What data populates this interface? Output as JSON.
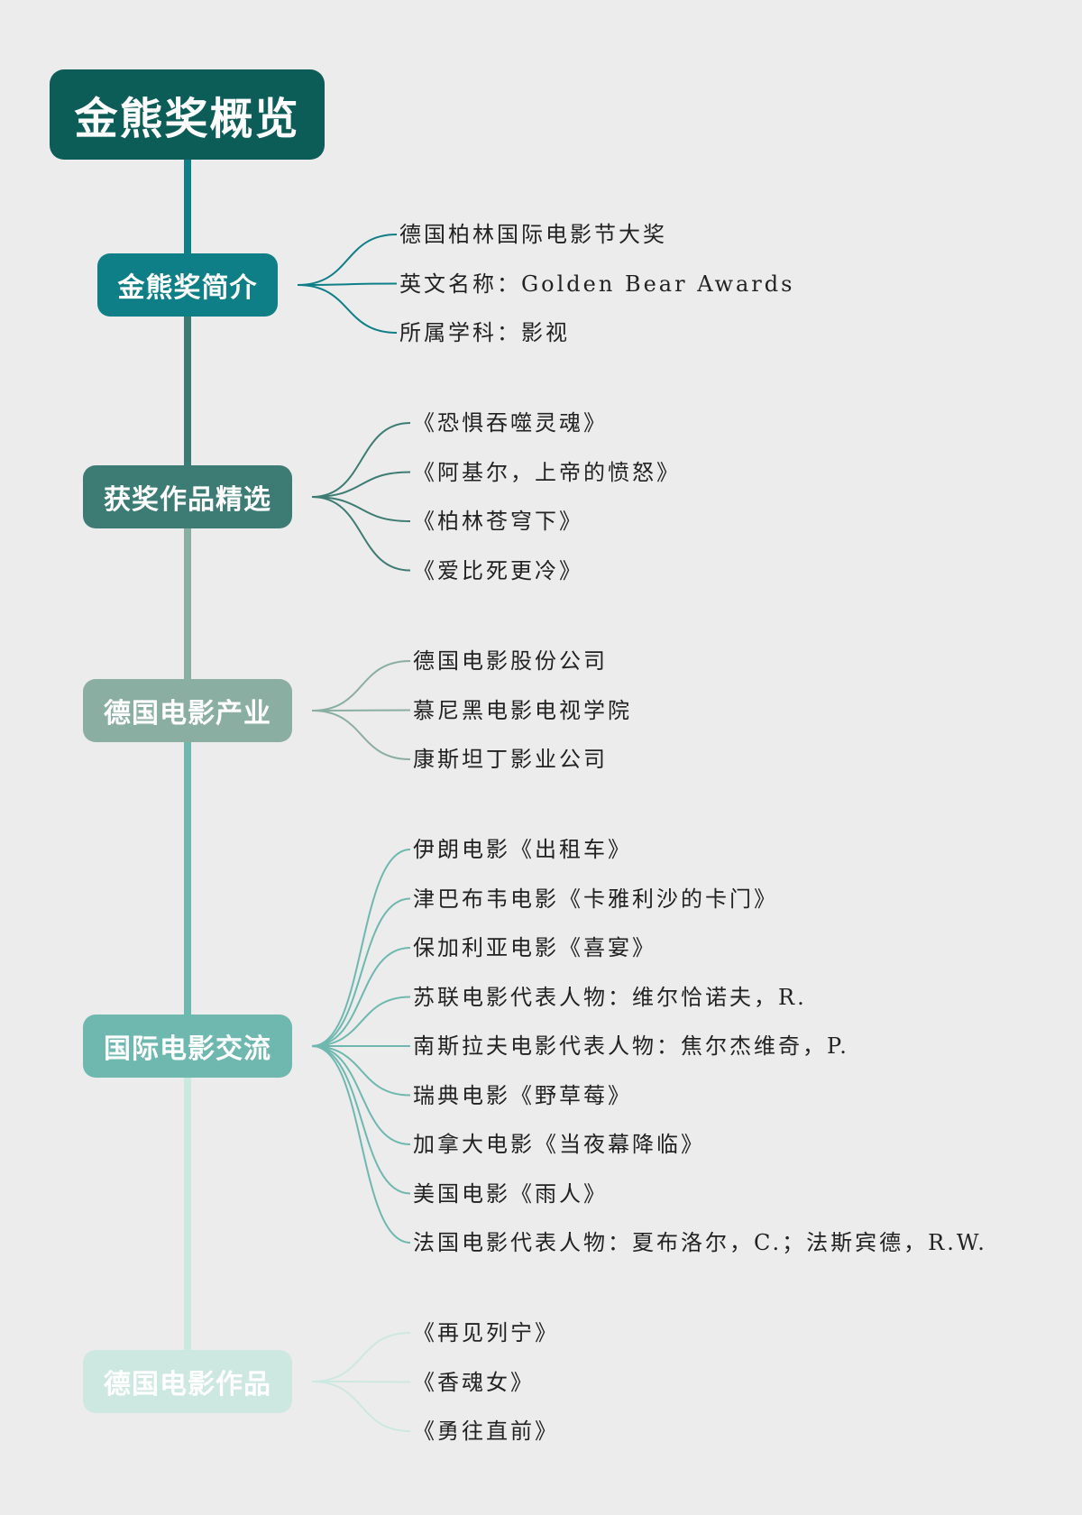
{
  "root": {
    "title": "金熊奖概览"
  },
  "branches": [
    {
      "label": "金熊奖简介",
      "color": "#0e7f86",
      "items": [
        "德国柏林国际电影节大奖",
        "英文名称：Golden Bear Awards",
        "所属学科：影视"
      ]
    },
    {
      "label": "获奖作品精选",
      "color": "#3d7c74",
      "items": [
        "《恐惧吞噬灵魂》",
        "《阿基尔，上帝的愤怒》",
        "《柏林苍穹下》",
        "《爱比死更冷》"
      ]
    },
    {
      "label": "德国电影产业",
      "color": "#8aaea2",
      "items": [
        "德国电影股份公司",
        "慕尼黑电影电视学院",
        "康斯坦丁影业公司"
      ]
    },
    {
      "label": "国际电影交流",
      "color": "#6fb8b0",
      "items": [
        "伊朗电影《出租车》",
        "津巴布韦电影《卡雅利沙的卡门》",
        "保加利亚电影《喜宴》",
        "苏联电影代表人物：维尔恰诺夫，R.",
        "南斯拉夫电影代表人物：焦尔杰维奇，P.",
        "瑞典电影《野草莓》",
        "加拿大电影《当夜幕降临》",
        "美国电影《雨人》",
        "法国电影代表人物：夏布洛尔，C.；法斯宾德，R.W."
      ]
    },
    {
      "label": "德国电影作品",
      "color": "#cde8e0",
      "items": [
        "《再见列宁》",
        "《香魂女》",
        "《勇往直前》"
      ]
    }
  ]
}
